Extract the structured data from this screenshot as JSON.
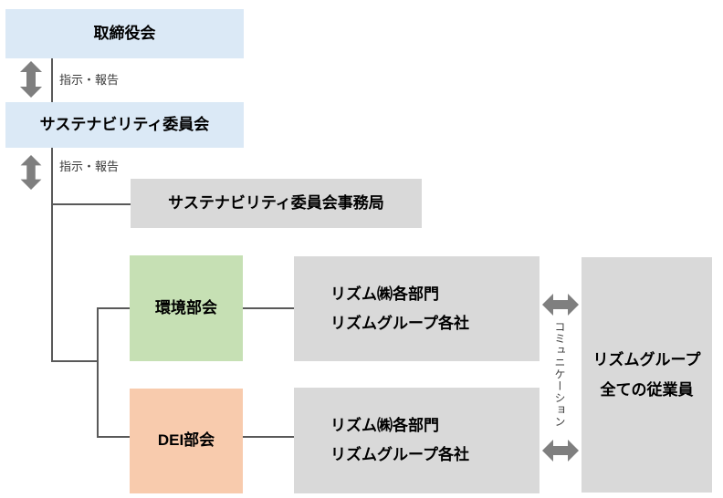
{
  "diagram": {
    "boxes": {
      "board": {
        "label": "取締役会"
      },
      "sustainability_committee": {
        "label": "サステナビリティ委員会"
      },
      "secretariat": {
        "label": "サステナビリティ委員会事務局"
      },
      "environment": {
        "label": "環境部会"
      },
      "dei": {
        "label": "DEI部会"
      },
      "group_top": {
        "line1": "リズム㈱各部門",
        "line2": "リズムグループ各社"
      },
      "group_bottom": {
        "line1": "リズム㈱各部門",
        "line2": "リズムグループ各社"
      },
      "employees": {
        "line1": "リズムグループ",
        "line2": "全ての従業員"
      }
    },
    "labels": {
      "instruction_report_1": "指示・報告",
      "instruction_report_2": "指示・報告",
      "communication": "コミュニケーション"
    },
    "icons": {
      "vertical_double_arrow": "updown-arrow-icon",
      "horizontal_double_arrow": "leftright-arrow-icon"
    },
    "colors": {
      "blue": "#dbe9f6",
      "gray": "#d9d9d9",
      "green": "#c6e0b4",
      "orange": "#f8cbad",
      "arrow": "#7f7f7f",
      "line": "#595959"
    }
  }
}
